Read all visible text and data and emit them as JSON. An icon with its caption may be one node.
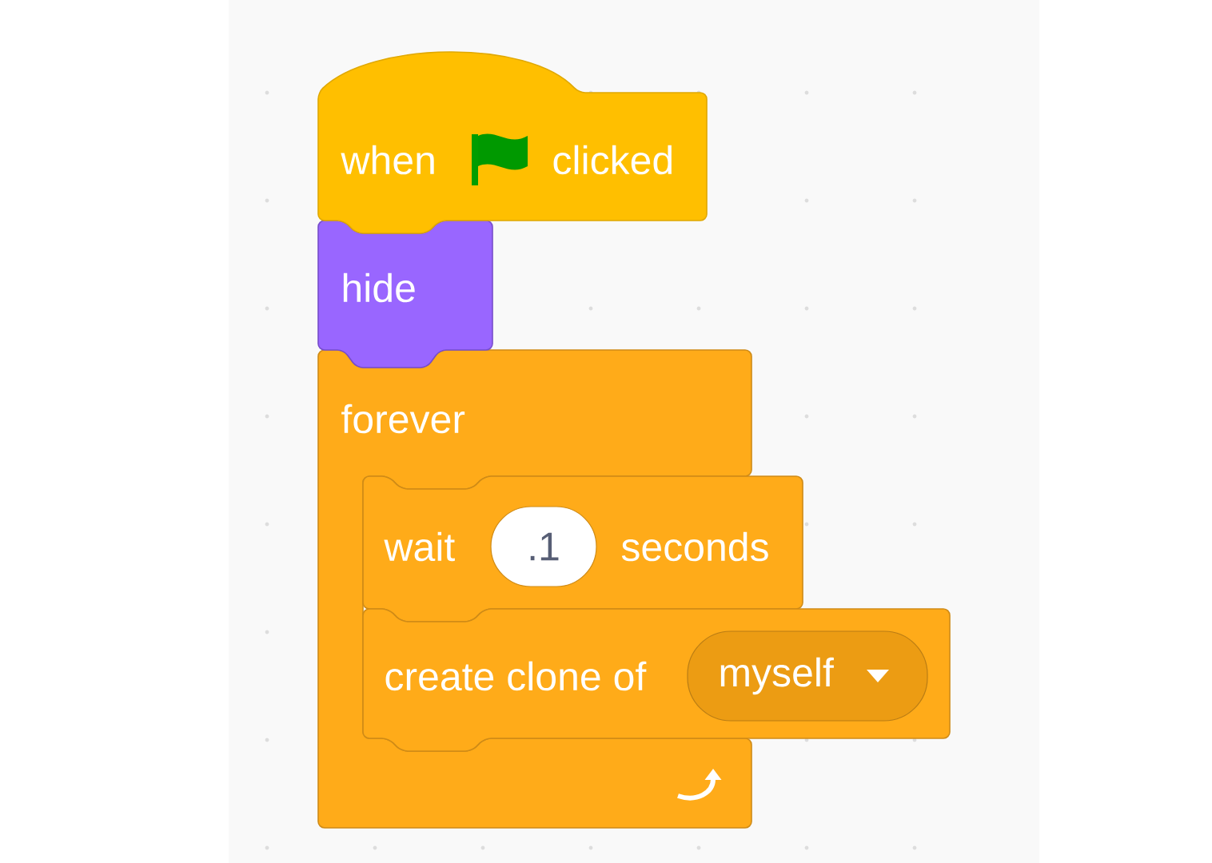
{
  "diagram": {
    "nodes": [
      {
        "text": [
          "when",
          "clicked"
        ]
      },
      {
        "text": [
          "hide"
        ]
      },
      {
        "text": [
          "forever"
        ]
      },
      {
        "text": [
          "wait",
          "seconds"
        ]
      },
      {
        "text": [
          ".1"
        ],
        "in": 3
      },
      {
        "text": [
          "create clone of"
        ]
      },
      {
        "text": [
          "myself"
        ],
        "in": 5
      }
    ]
  }
}
